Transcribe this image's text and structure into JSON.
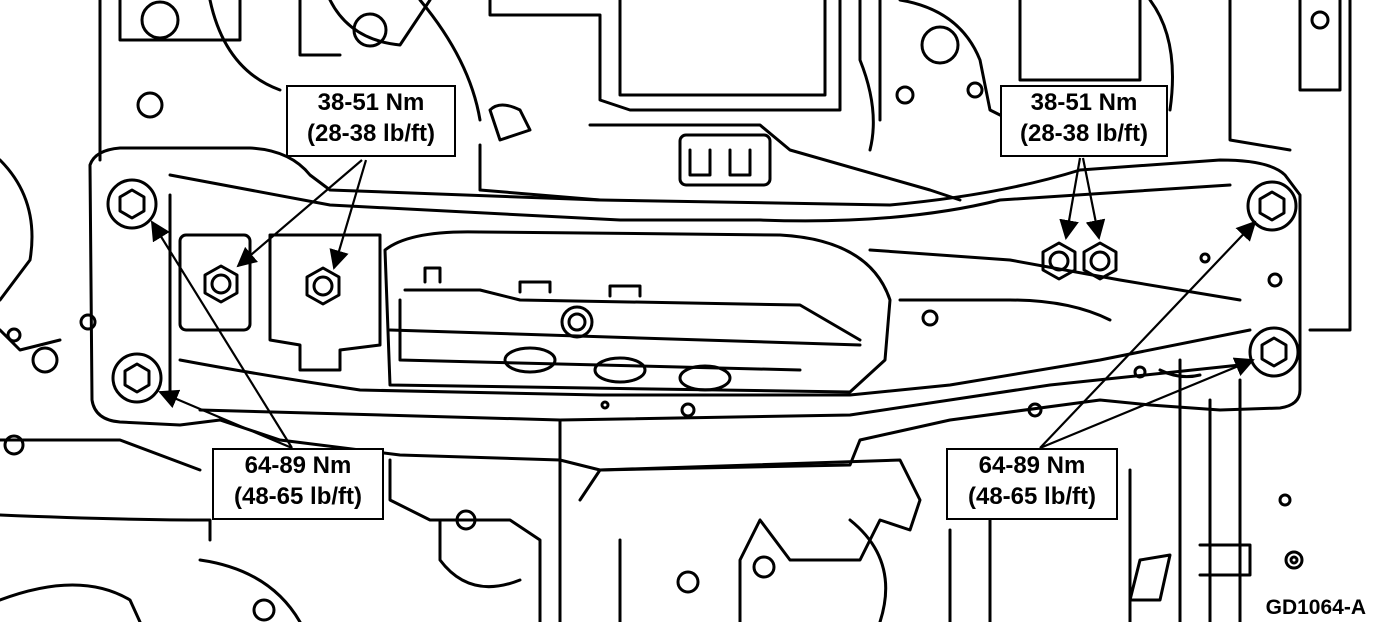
{
  "callouts": {
    "top_left": {
      "line1": "38-51 Nm",
      "line2": "(28-38 lb/ft)"
    },
    "top_right": {
      "line1": "38-51 Nm",
      "line2": "(28-38 lb/ft)"
    },
    "bottom_left": {
      "line1": "64-89 Nm",
      "line2": "(48-65 lb/ft)"
    },
    "bottom_right": {
      "line1": "64-89 Nm",
      "line2": "(48-65 lb/ft)"
    }
  },
  "figure_id": "GD1064-A",
  "colors": {
    "line": "#000000",
    "background": "#ffffff"
  }
}
